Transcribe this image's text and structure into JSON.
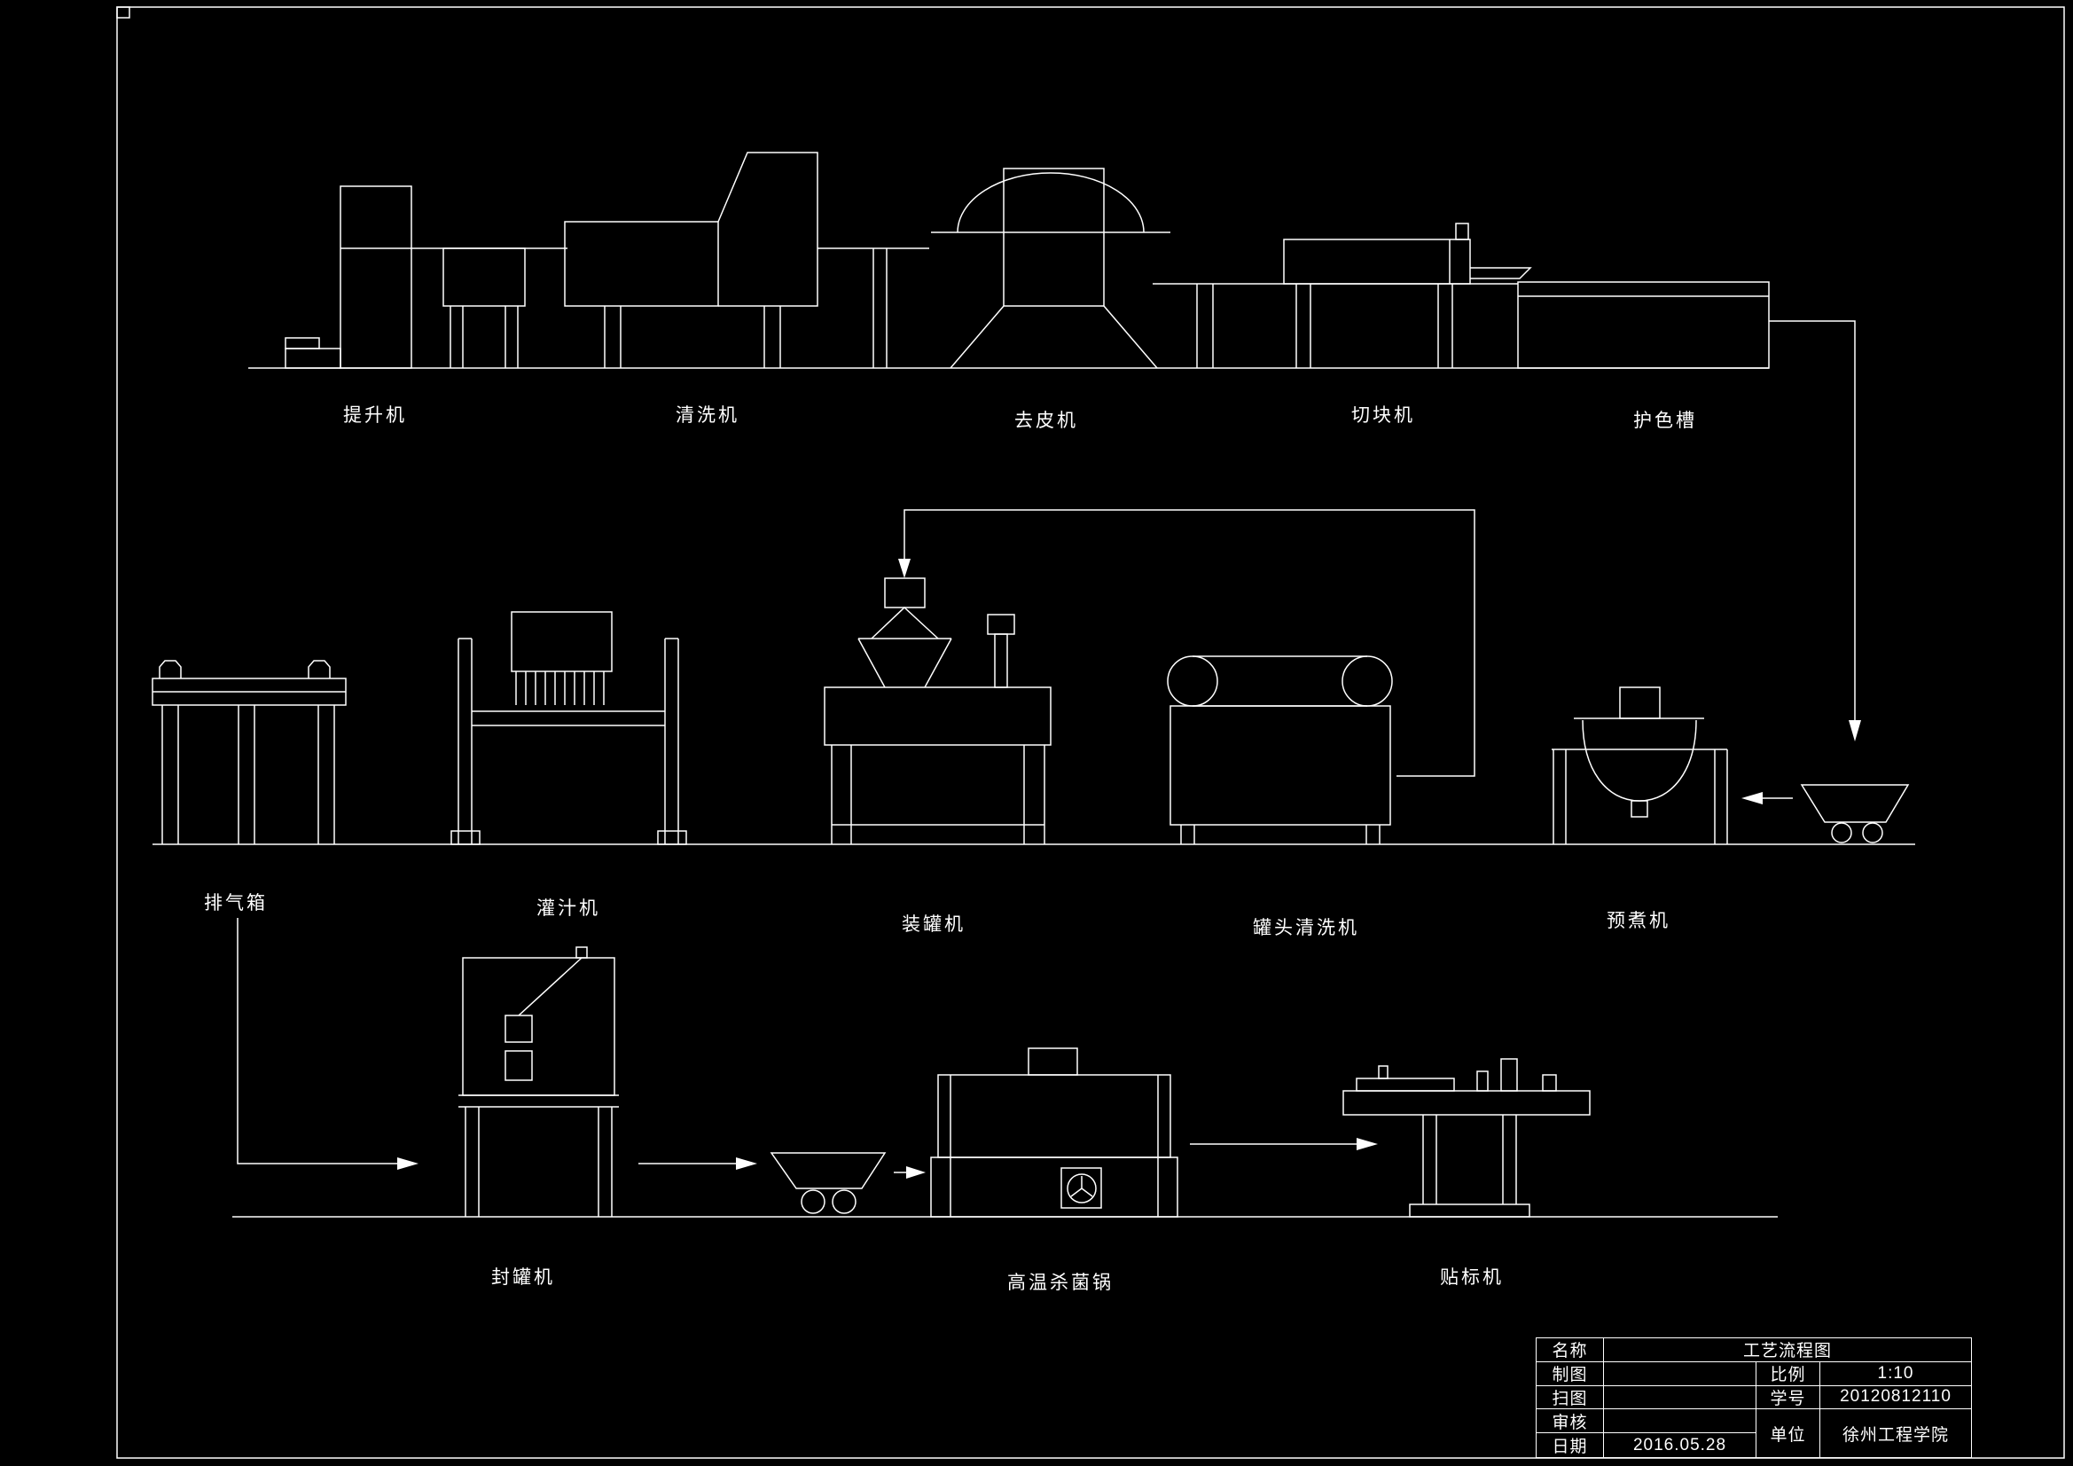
{
  "drawing": {
    "title": "工艺流程图",
    "machines": {
      "row1": [
        "提升机",
        "清洗机",
        "去皮机",
        "切块机",
        "护色槽"
      ],
      "row2": [
        "排气箱",
        "灌汁机",
        "装罐机",
        "罐头清洗机",
        "预煮机"
      ],
      "row3": [
        "封罐机",
        "高温杀菌锅",
        "贴标机"
      ]
    }
  },
  "title_block": {
    "name_label": "名称",
    "name_value": "工艺流程图",
    "draft_label": "制图",
    "scale_label": "比例",
    "scale_value": "1:10",
    "scan_label": "扫图",
    "student_id_label": "学号",
    "student_id_value": "20120812110",
    "review_label": "审核",
    "unit_label": "单位",
    "unit_value": "徐州工程学院",
    "date_label": "日期",
    "date_value": "2016.05.28"
  },
  "colors": {
    "background": "#000000",
    "line": "#ffffff",
    "text": "#ffffff"
  }
}
